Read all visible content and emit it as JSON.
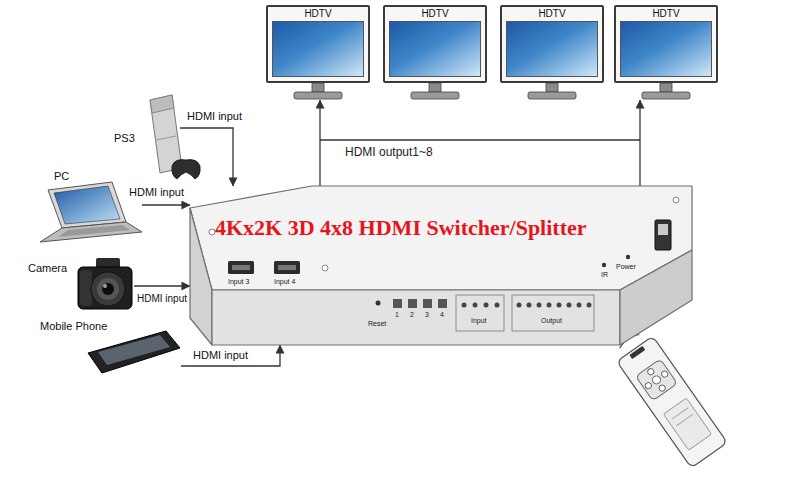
{
  "diagram": {
    "nodes": [
      {
        "text": [
          "HDTV"
        ]
      },
      {
        "text": [
          "HDTV"
        ]
      },
      {
        "text": [
          "HDTV"
        ]
      },
      {
        "text": [
          "HDTV"
        ]
      },
      {
        "text": [
          "4Kx2K 3D 4x8 HDMI Switcher/Splitter"
        ]
      },
      {
        "text": [
          "PS3"
        ]
      },
      {
        "text": [
          "PC"
        ]
      },
      {
        "text": [
          "Camera"
        ]
      },
      {
        "text": [
          "Mobile Phone"
        ]
      }
    ],
    "edges": [
      {
        "from": 5,
        "to": 4,
        "arrow": "to",
        "label": "HDMI input"
      },
      {
        "from": 6,
        "to": 4,
        "arrow": "to",
        "label": "HDMI input"
      },
      {
        "from": 7,
        "to": 4,
        "arrow": "to",
        "label": "HDMI input"
      },
      {
        "from": 8,
        "to": 4,
        "arrow": "to",
        "label": "HDMI input"
      },
      {
        "from": 4,
        "to": 0,
        "arrow": "to"
      },
      {
        "from": 4,
        "to": 3,
        "arrow": "to"
      }
    ],
    "labels": [
      "HDMI output1~8",
      "Input 3",
      "Input 4",
      "Reset",
      "1",
      "2",
      "3",
      "4",
      "Input",
      "Output",
      "IR",
      "Power"
    ]
  }
}
